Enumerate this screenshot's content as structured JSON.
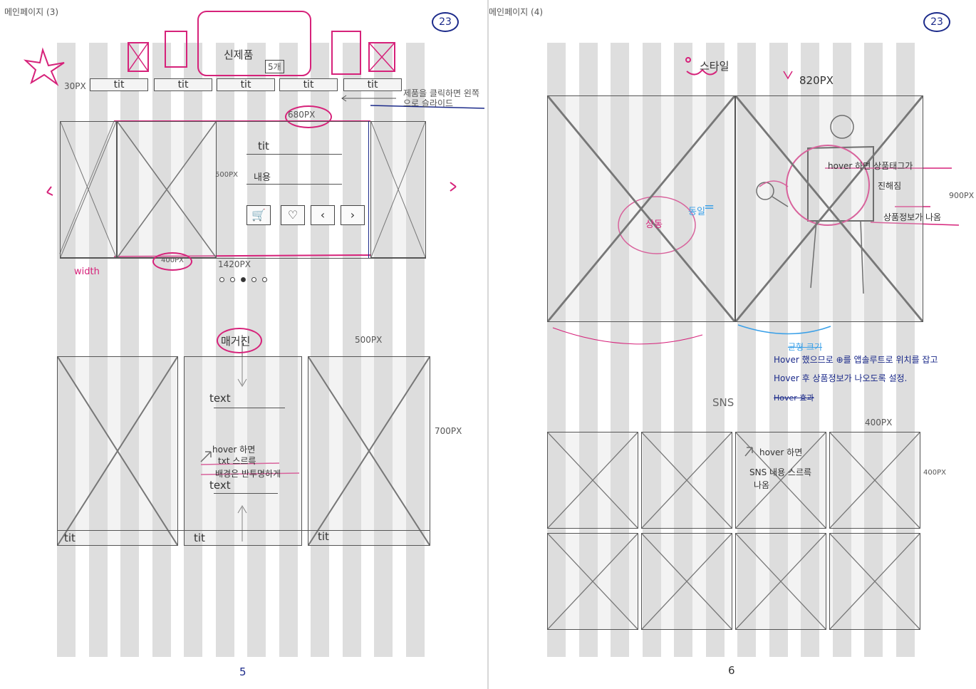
{
  "left_page": {
    "header": "메인페이지 (3)",
    "circle_num": "23",
    "title": "신제품",
    "title_badge": "5개",
    "height_note": "30PX",
    "tabs": [
      "tit",
      "tit",
      "tit",
      "tit",
      "tit"
    ],
    "tab_note": "제품을 클릭하면 왼쪽으로 슬라이드",
    "slider_width_note": "680PX",
    "slider_height_note": "500PX",
    "info_title": "tit",
    "info_content": "내용",
    "icons": [
      "cart-icon",
      "heart-icon",
      "chevron-left-icon",
      "chevron-right-icon"
    ],
    "image_width_note": "400PX",
    "total_width_note": "1420PX",
    "width_label": "width",
    "dots": 5,
    "active_dot": 3,
    "magazine_label": "매거진",
    "magazine_width_note": "500PX",
    "magazine_height_note": "700PX",
    "text1": "text",
    "hover_note_1": "hover 하면",
    "hover_note_2": "txt 스르륵",
    "hover_note_3": "배경은 반투명하게",
    "text2": "text",
    "magazine_tits": [
      "tit",
      "tit",
      "tit"
    ],
    "page_number": "5"
  },
  "right_page": {
    "header": "메인페이지 (4)",
    "circle_num": "23",
    "style_label": "스타일",
    "big_width_note": "820PX",
    "hover_note_1": "hover 하면 상품태그가",
    "hover_note_2": "진해짐",
    "hover_note_3": "상품정보가 나옴",
    "height_note": "900PX",
    "same_note_1": "상동",
    "same_note_2": "동일",
    "equals": "=",
    "blue_note_strike": "균형 크기",
    "navy_note_1": "Hover 했으므로 ⊕를 앱솔루트로 위치를 잡고",
    "navy_note_2": "Hover 후 상품정보가 나오도록 설정.",
    "navy_note_strike": "Hover 효과",
    "sns_label": "SNS",
    "sns_width_note": "400PX",
    "sns_height_note": "400PX",
    "sns_hover_1": "hover 하면",
    "sns_hover_2": "SNS 내용 스르륵",
    "sns_hover_3": "나옴",
    "page_number": "6"
  },
  "colors": {
    "pink": "#d6227a",
    "navy": "#1b2a8a",
    "blue": "#3aa0e8",
    "grid": "#dedede"
  }
}
